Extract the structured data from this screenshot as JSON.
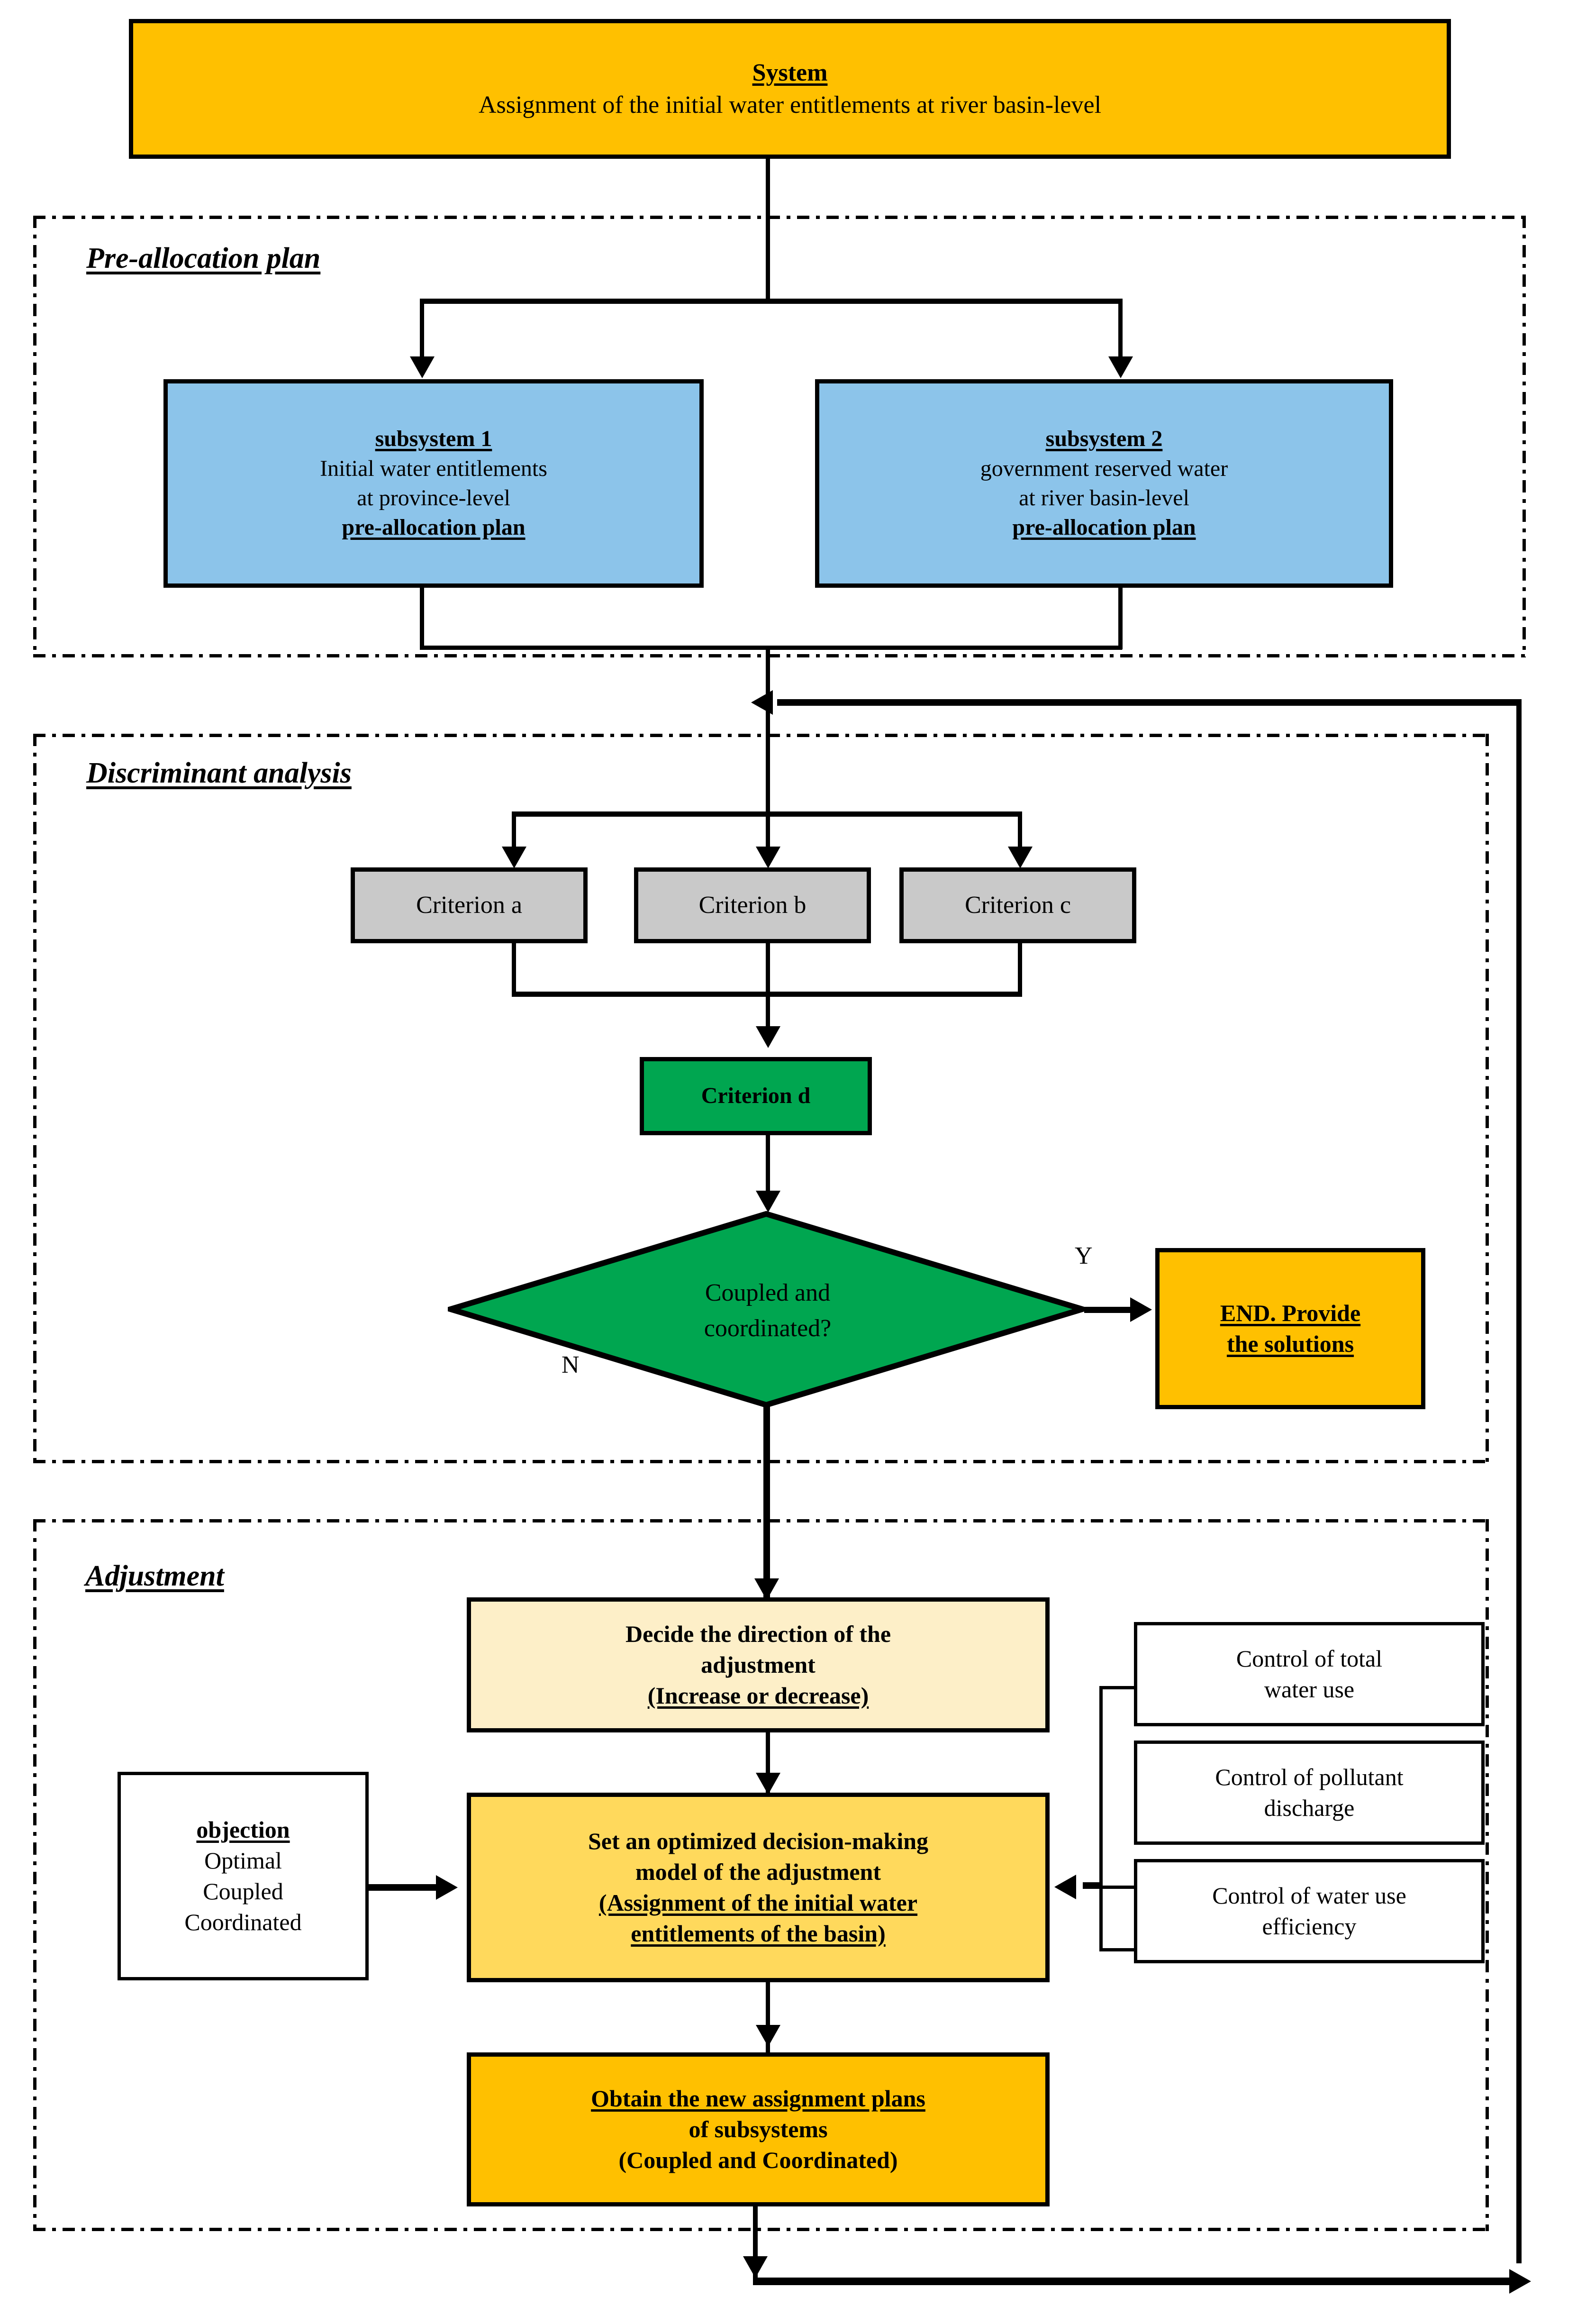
{
  "diagram": {
    "title": "Assignment of the initial water entitlements at river basin-level — flowchart",
    "colors": {
      "orange": "#FFC000",
      "blue": "#8CC4EA",
      "grey": "#C9C9C9",
      "green": "#00A650",
      "pale_yellow": "#FDEFC8",
      "amber": "#FFD95C",
      "white": "#FFFFFF",
      "line": "#000000"
    }
  },
  "system": {
    "heading": "System",
    "text": "Assignment of the initial water entitlements at river basin-level"
  },
  "groups": {
    "pre_allocation": {
      "caption": "Pre-allocation plan"
    },
    "discriminant": {
      "caption": "Discriminant analysis "
    },
    "adjustment": {
      "caption": "Adjustment "
    }
  },
  "subsystems": [
    {
      "heading": "subsystem 1",
      "line1": "Initial water entitlements",
      "line2": "at province-level",
      "line3": "pre-allocation plan"
    },
    {
      "heading": "subsystem 2",
      "line1": "government reserved water",
      "line2": "at river basin-level",
      "line3": "pre-allocation plan"
    }
  ],
  "criteria": [
    {
      "label": "Criterion a"
    },
    {
      "label": "Criterion b"
    },
    {
      "label": "Criterion c"
    },
    {
      "label": "Criterion d"
    }
  ],
  "decision": {
    "line1": "Coupled and",
    "line2": "coordinated?",
    "yes_label": "Y",
    "no_label": "N"
  },
  "end_node": {
    "line1": "END. Provide",
    "line2": "the solutions"
  },
  "adjustment": {
    "decide": {
      "line1": "Decide the direction of the",
      "line2": "adjustment",
      "line3": "(Increase or decrease)"
    },
    "model": {
      "line1": "Set an optimized decision-making",
      "line2": "model of the adjustment",
      "line3": "(Assignment of the initial water",
      "line4": "entitlements of the basin)"
    },
    "obtain": {
      "line1": "Obtain the new assignment plans",
      "line2": "of subsystems",
      "line3": "(Coupled and Coordinated)"
    },
    "objection": {
      "heading": "objection",
      "items": [
        "Optimal",
        "Coupled",
        "Coordinated"
      ]
    },
    "controls": [
      {
        "line1": "Control of total",
        "line2": "water use"
      },
      {
        "line1": "Control of pollutant",
        "line2": "discharge"
      },
      {
        "line1": "Control of water use",
        "line2": "efficiency"
      }
    ]
  }
}
